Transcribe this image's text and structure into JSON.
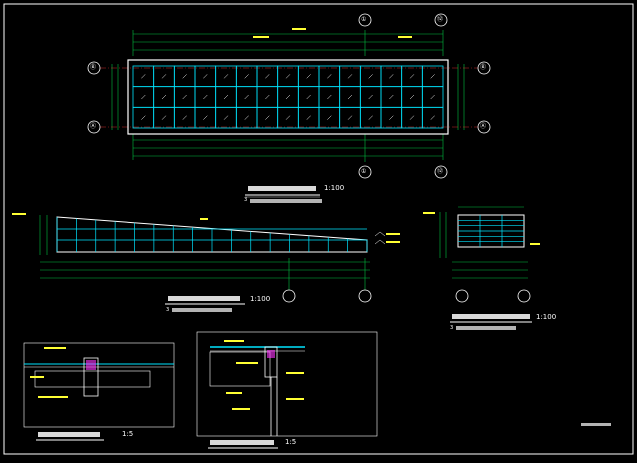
{
  "plan": {
    "title": "1:100",
    "note": "3",
    "axis_top_left": "①",
    "axis_top_right": "⑫",
    "axis_side_top": "Ⓑ",
    "axis_side_bottom": "Ⓐ"
  },
  "side_elevation": {
    "scale": "1:100",
    "note": "3"
  },
  "end_elevation": {
    "scale": "1:100",
    "note": "3"
  },
  "detail_1": {
    "scale": "1:5"
  },
  "detail_2": {
    "scale": "1:5"
  },
  "colors": {
    "background": "#000000",
    "frame": "#ffffff",
    "glass": "#00e5ff",
    "dimension": "#00c040",
    "annotation": "#ffff33",
    "text": "#ffffff",
    "hatch": "#ff33ff",
    "axis_circle": "#ffffff"
  }
}
